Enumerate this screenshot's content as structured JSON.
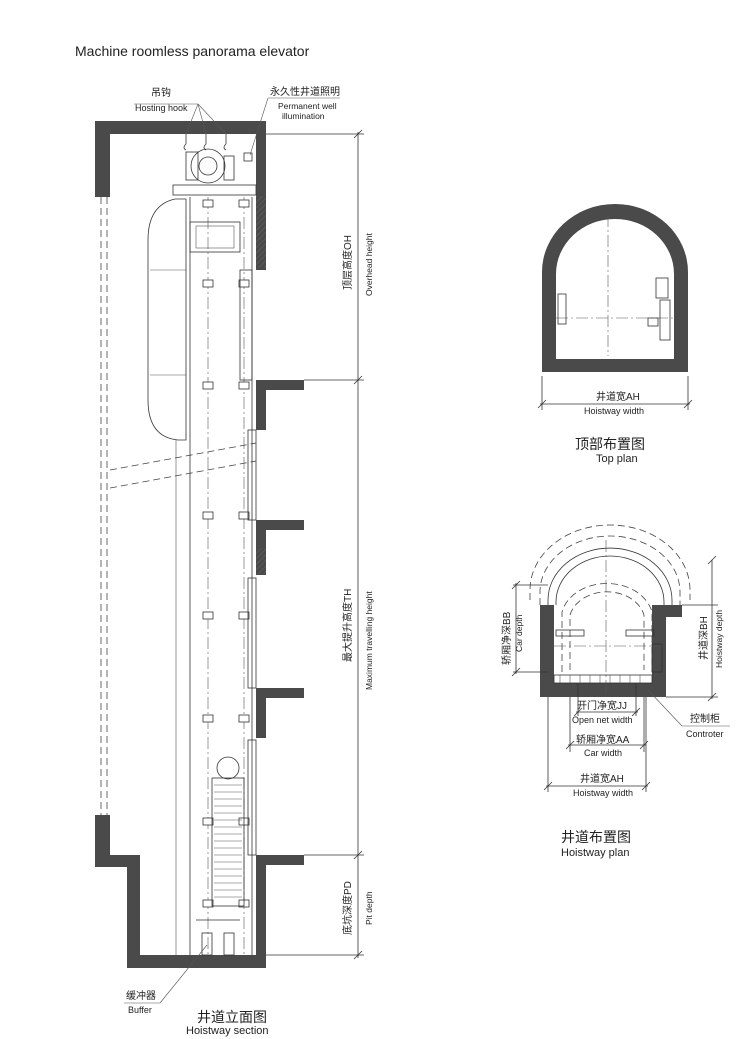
{
  "title": "Machine roomless panorama elevator",
  "section": {
    "hook_cn": "吊钩",
    "hook_en": "Hosting hook",
    "light_cn": "永久性井道照明",
    "light_en_1": "Permanent well",
    "light_en_2": "illumination",
    "oh_cn": "顶层高度OH",
    "oh_en": "Overhead height",
    "th_cn": "最大提升高度TH",
    "th_en": "Maximum travelling height",
    "pd_cn": "底坑深度PD",
    "pd_en": "Pit depth",
    "buffer_cn": "缓冲器",
    "buffer_en": "Buffer",
    "caption_cn": "井道立面图",
    "caption_en": "Hoistway section"
  },
  "top_plan": {
    "width_cn": "井道宽AH",
    "width_en": "Hoistway width",
    "caption_cn": "顶部布置图",
    "caption_en": "Top plan"
  },
  "hoistway_plan": {
    "bb_cn": "轿厢净深BB",
    "bb_en": "Car depth",
    "bh_cn": "井道深BH",
    "bh_en": "Hoistway depth",
    "jj_cn": "开门净宽JJ",
    "jj_en": "Open net width",
    "aa_cn": "轿厢净宽AA",
    "aa_en": "Car width",
    "ah_cn": "井道宽AH",
    "ah_en": "Hoistway width",
    "ctrl_cn": "控制柜",
    "ctrl_en": "Controter",
    "caption_cn": "井道布置图",
    "caption_en": "Hoistway plan"
  }
}
